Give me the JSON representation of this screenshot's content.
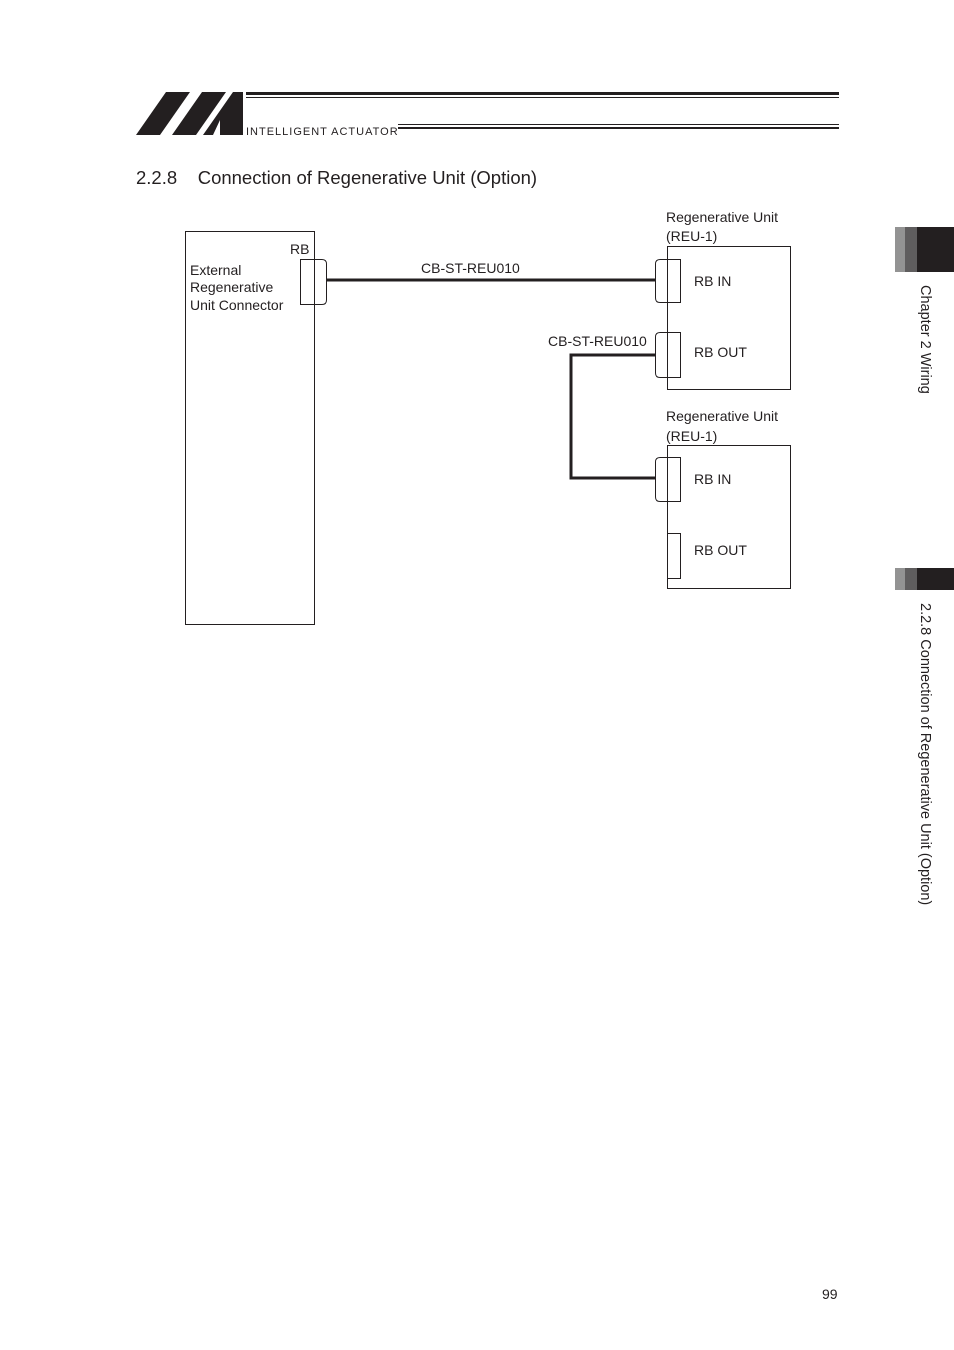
{
  "header": {
    "brand": "INTELLIGENT ACTUATOR"
  },
  "section": {
    "title": "2.2.8    Connection of Regenerative Unit (Option)"
  },
  "diagram": {
    "left_unit": {
      "connector_label": "RB",
      "label_lines": [
        "External",
        "Regenerative",
        "Unit Connector"
      ]
    },
    "cable1": "CB-ST-REU010",
    "cable2": "CB-ST-REU010",
    "unit1": {
      "title": "Regenerative Unit",
      "model": "(REU-1)",
      "port_in": "RB IN",
      "port_out": "RB OUT"
    },
    "unit2": {
      "title": "Regenerative Unit",
      "model": "(REU-1)",
      "port_in": "RB IN",
      "port_out": "RB OUT"
    }
  },
  "side_tabs": {
    "chapter": "Chapter 2 Wiring",
    "section": "2.2.8 Connection of Regenerative Unit (Option)"
  },
  "colors": {
    "tab_light": "#939393",
    "tab_mid": "#5f5d5e",
    "tab_dark": "#231f20"
  },
  "page_number": "99"
}
